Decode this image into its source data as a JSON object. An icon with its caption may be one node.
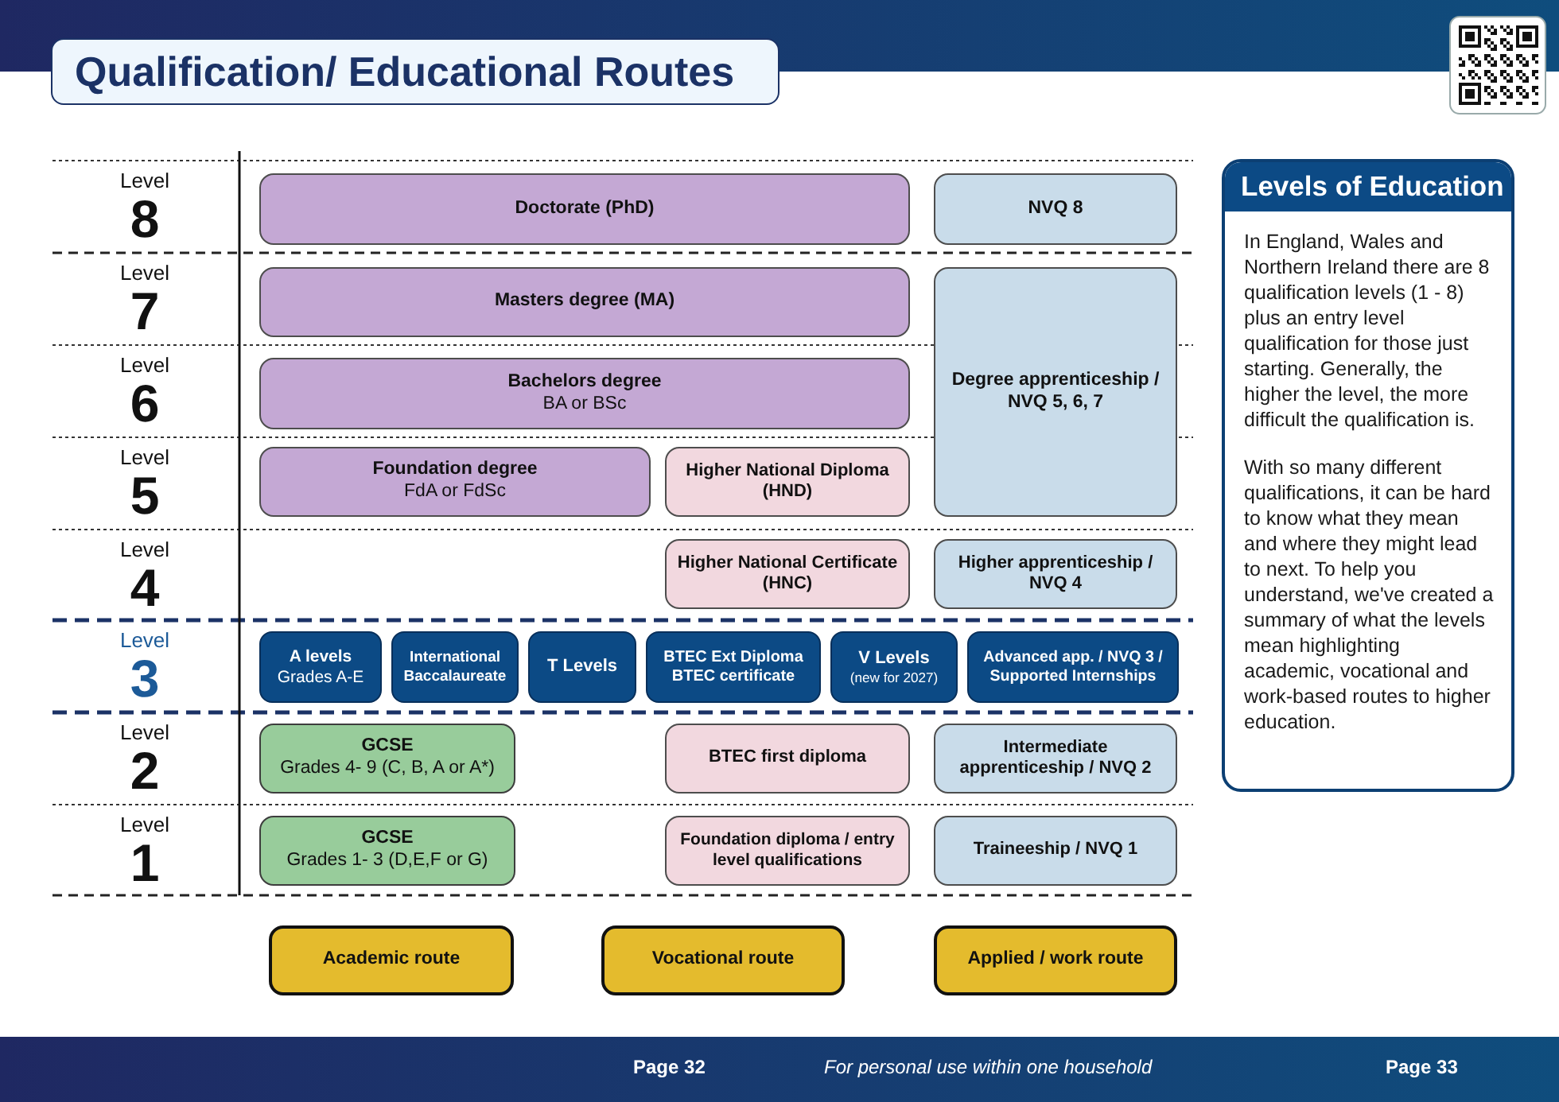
{
  "diagram": {
    "title": "Qualification/ Educational Routes",
    "nodes": [
      {
        "text": [
          "Doctorate (PhD)"
        ]
      },
      {
        "text": [
          "NVQ 8"
        ]
      },
      {
        "text": [
          "Masters degree (MA)"
        ]
      },
      {
        "text": [
          "Degree apprenticeship / NVQ 5, 6, 7"
        ]
      },
      {
        "text": [
          "Bachelors degree",
          "BA or BSc"
        ]
      },
      {
        "text": [
          "Foundation degree",
          "FdA or FdSc"
        ]
      },
      {
        "text": [
          "Higher National Diploma (HND)"
        ]
      },
      {
        "text": [
          "Higher National Certificate (HNC)"
        ]
      },
      {
        "text": [
          "Higher apprenticeship / NVQ 4"
        ]
      },
      {
        "text": [
          "A levels",
          "Grades A-E"
        ]
      },
      {
        "text": [
          "International Baccalaureate"
        ]
      },
      {
        "text": [
          "T Levels"
        ]
      },
      {
        "text": [
          "BTEC Ext Diploma",
          "BTEC certificate"
        ]
      },
      {
        "text": [
          "V Levels",
          "(new for 2027)"
        ]
      },
      {
        "text": [
          "Advanced app. / NVQ 3 / Supported Internships"
        ]
      },
      {
        "text": [
          "GCSE",
          "Grades 4- 9 (C, B, A or A*)"
        ]
      },
      {
        "text": [
          "BTEC first diploma"
        ]
      },
      {
        "text": [
          "Intermediate apprenticeship / NVQ 2"
        ]
      },
      {
        "text": [
          "GCSE",
          "Grades 1- 3 (D,E,F or G)"
        ]
      },
      {
        "text": [
          "Foundation diploma / entry level qualifications"
        ]
      },
      {
        "text": [
          "Traineeship / NVQ 1"
        ]
      },
      {
        "text": [
          "Academic route"
        ]
      },
      {
        "text": [
          "Vocational route"
        ]
      },
      {
        "text": [
          "Applied / work route"
        ]
      },
      {
        "text": [
          "Levels of Education",
          "In England, Wales and Northern Ireland there are 8 qualification levels (1 - 8) plus an entry level qualification for those just starting. Generally, the higher the level, the more difficult the qualification is.",
          "With so many different qualifications, it can be hard to know what they mean and where they might lead to next. To help you understand, we've created a summary of what the levels mean highlighting academic, vocational and work-based routes to higher education."
        ]
      }
    ],
    "labels": [
      "Level",
      "8",
      "Level",
      "7",
      "Level",
      "6",
      "Level",
      "5",
      "Level",
      "4",
      "Level",
      "3",
      "Level",
      "2",
      "Level",
      "1",
      "Page 32",
      "For personal use within one household",
      "Page 33"
    ]
  }
}
